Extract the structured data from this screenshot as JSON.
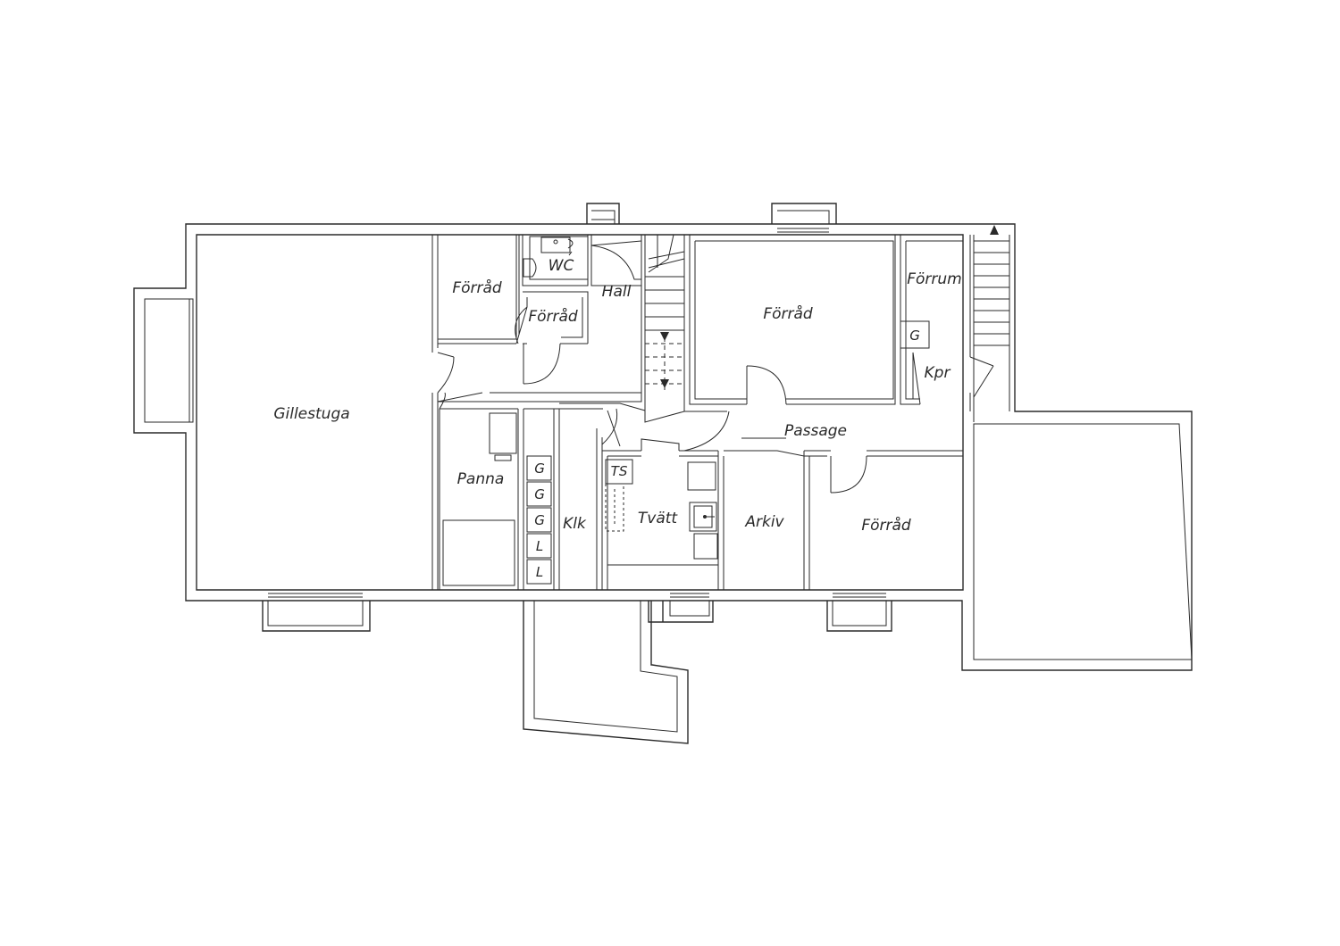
{
  "plan": {
    "rooms": {
      "gillestuga": "Gillestuga",
      "forrad_1": "Förråd",
      "forrad_2": "Förråd",
      "wc": "WC",
      "hall": "Hall",
      "forrad_3": "Förråd",
      "forrum": "Förrum",
      "kpr": "Kpr",
      "passage": "Passage",
      "panna": "Panna",
      "klk": "Klk",
      "tvatt": "Tvätt",
      "arkiv": "Arkiv",
      "forrad_4": "Förråd"
    },
    "markers": {
      "ts": "TS",
      "g_kpr": "G",
      "storage_boxes": [
        "G",
        "G",
        "G",
        "L",
        "L"
      ]
    }
  }
}
